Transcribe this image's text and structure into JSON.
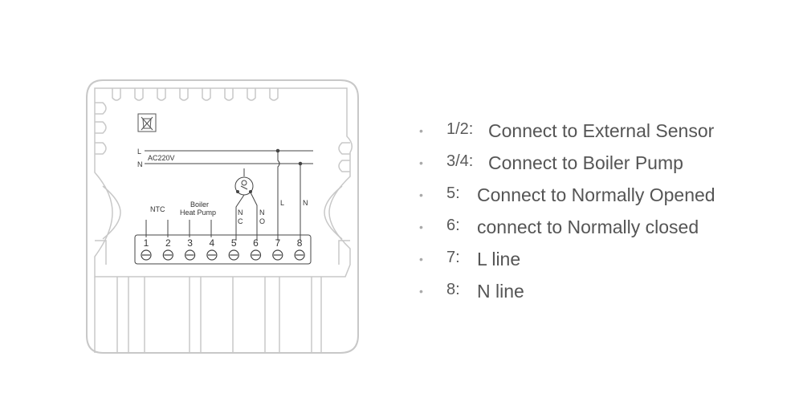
{
  "diagram": {
    "line_labels": {
      "l": "L",
      "n": "N",
      "ac": "AC220V"
    },
    "ntc": "NTC",
    "boiler": "Boiler",
    "heat_pump": "Heat Pump",
    "nc": [
      "N",
      "C"
    ],
    "no": [
      "N",
      "O"
    ],
    "right_l": "L",
    "right_n": "N",
    "terminals": [
      "1",
      "2",
      "3",
      "4",
      "5",
      "6",
      "7",
      "8"
    ],
    "colors": {
      "outline": "#c8c8c8",
      "wire": "#444444"
    },
    "icons": [
      "weee-bin-icon",
      "relay-coil-icon",
      "screw-terminal-icon"
    ]
  },
  "legend": [
    {
      "num": "1/2:",
      "desc": "Connect to External Sensor"
    },
    {
      "num": "3/4:",
      "desc": "Connect to Boiler Pump"
    },
    {
      "num": "5:",
      "desc": "Connect to Normally Opened"
    },
    {
      "num": "6:",
      "desc": "connect to Normally closed"
    },
    {
      "num": "7:",
      "desc": "L line"
    },
    {
      "num": "8:",
      "desc": "N line"
    }
  ],
  "bullet": "•"
}
